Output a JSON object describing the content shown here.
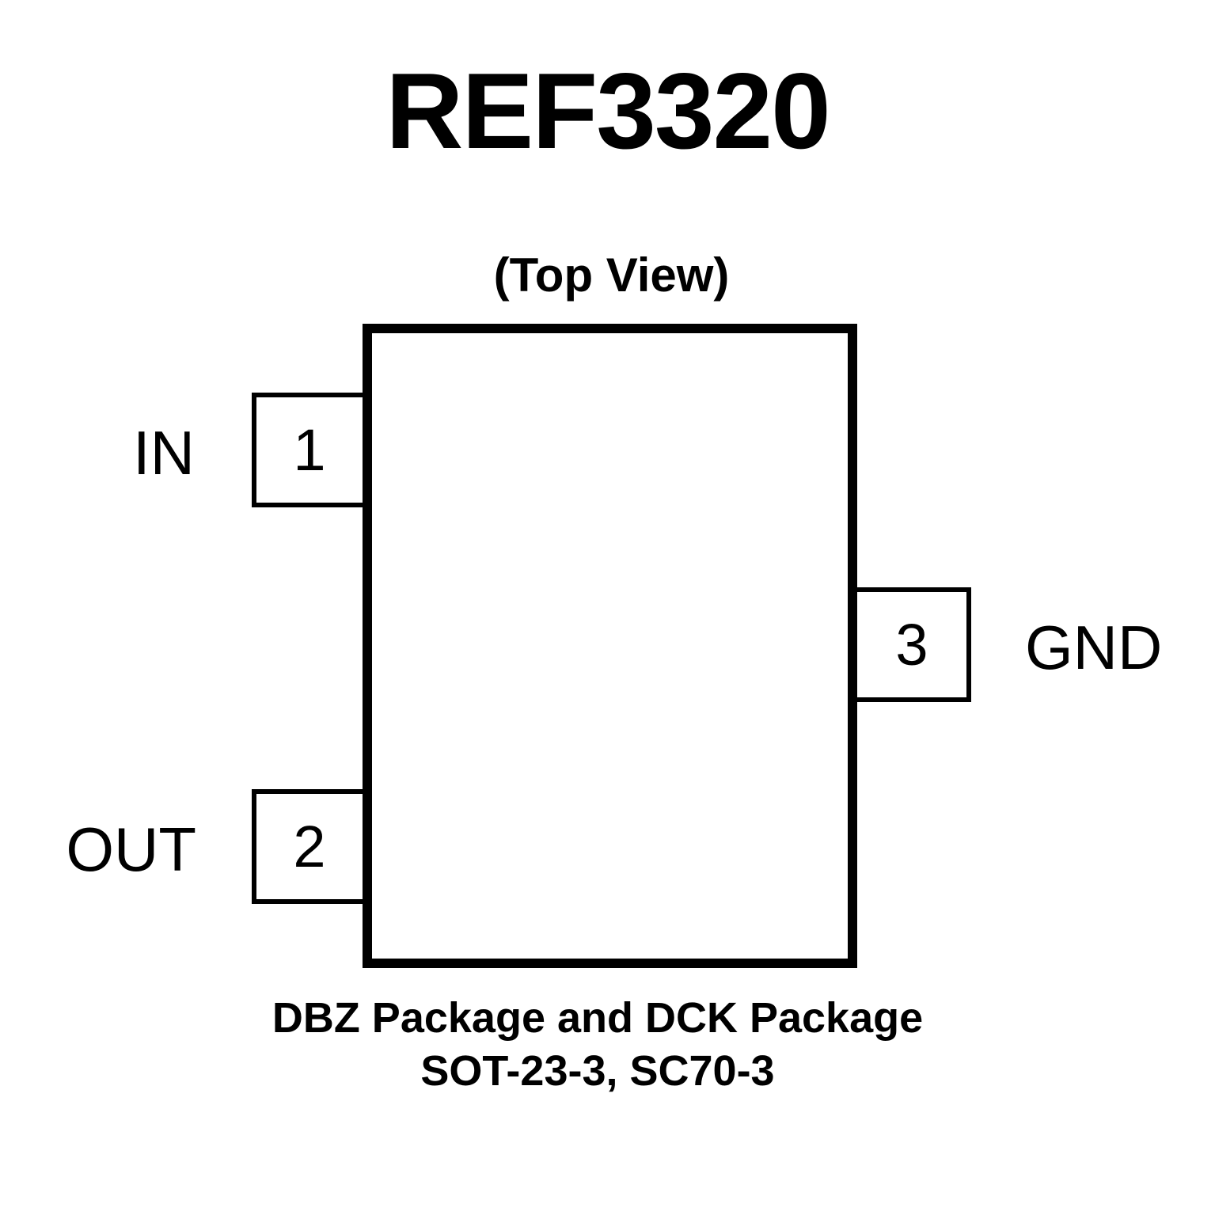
{
  "diagram": {
    "title": "REF3320",
    "view_label": "(Top View)",
    "pins": [
      {
        "number": "1",
        "name": "IN",
        "side": "left"
      },
      {
        "number": "2",
        "name": "OUT",
        "side": "left"
      },
      {
        "number": "3",
        "name": "GND",
        "side": "right"
      }
    ],
    "package_caption": {
      "line1": "DBZ Package and DCK Package",
      "line2": "SOT-23-3, SC70-3"
    }
  }
}
